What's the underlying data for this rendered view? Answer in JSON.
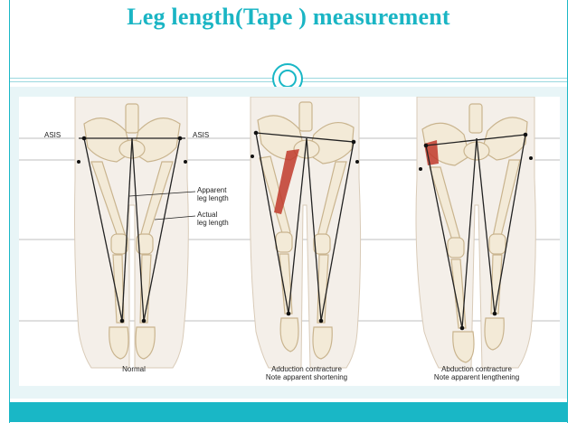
{
  "slide": {
    "title": "Leg length(Tape ) measurement",
    "accent_color": "#19b7c6"
  },
  "figure": {
    "panels": [
      {
        "caption_line1": "Normal",
        "caption_line2": "",
        "labels": {
          "asis_left": "ASIS",
          "asis_right": "ASIS",
          "apparent_1": "Apparent",
          "apparent_2": "leg length",
          "actual_1": "Actual",
          "actual_2": "leg length"
        }
      },
      {
        "caption_line1": "Adduction contracture",
        "caption_line2": "Note apparent shortening"
      },
      {
        "caption_line1": "Abduction contracture",
        "caption_line2": "Note apparent lengthening"
      }
    ],
    "colors": {
      "bone": "#f3ead7",
      "bone_outline": "#c9b48e",
      "skin": "#f4efe9",
      "muscle": "#c0392b",
      "line": "#222222"
    }
  }
}
